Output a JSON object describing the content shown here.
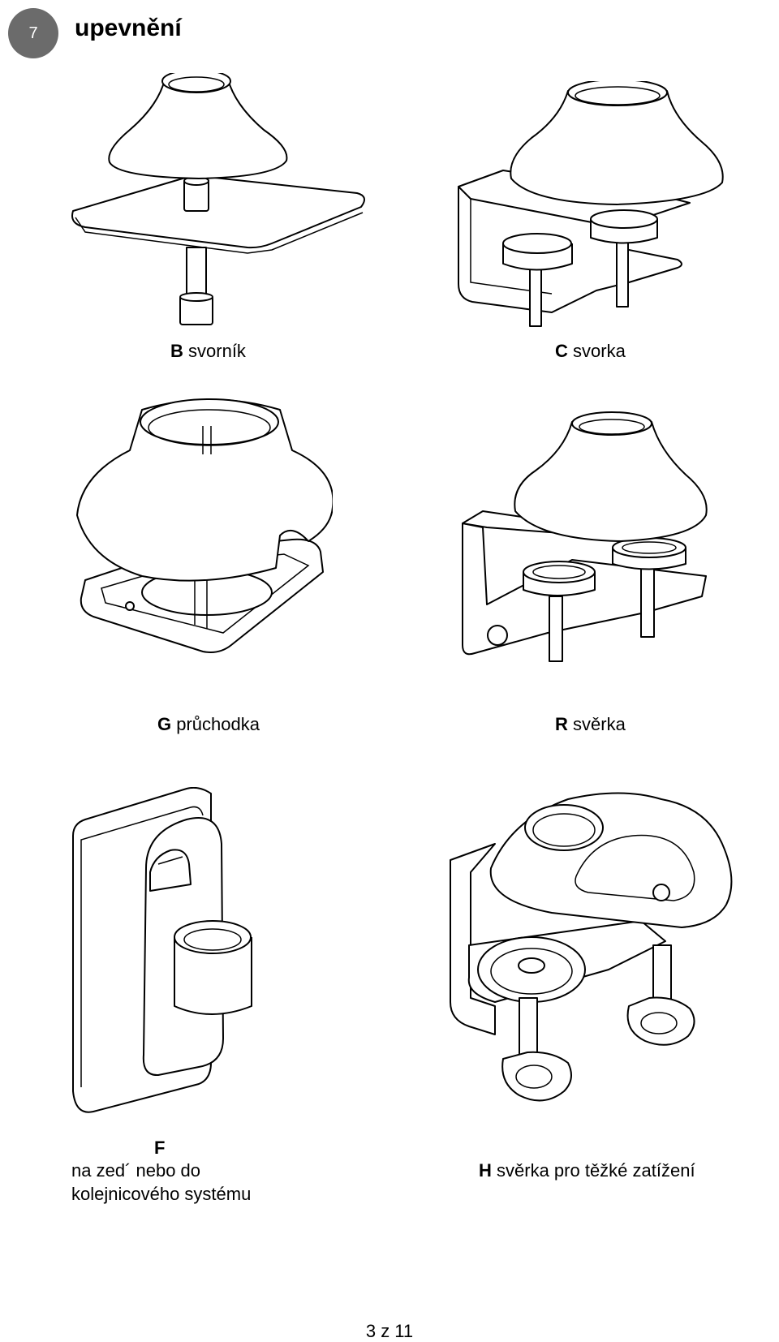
{
  "header": {
    "step_number": "7",
    "title": "upevnění"
  },
  "figures": [
    {
      "letter": "B",
      "label": "svorník"
    },
    {
      "letter": "C",
      "label": "svorka"
    },
    {
      "letter": "G",
      "label": "průchodka"
    },
    {
      "letter": "R",
      "label": "svěrka"
    },
    {
      "letter": "F",
      "label_line1": "na zed´ nebo do",
      "label_line2": "kolejnicového systému"
    },
    {
      "letter": "H",
      "label": "svěrka pro těžké zatížení"
    }
  ],
  "footer": {
    "page_number": "3 z 11"
  }
}
